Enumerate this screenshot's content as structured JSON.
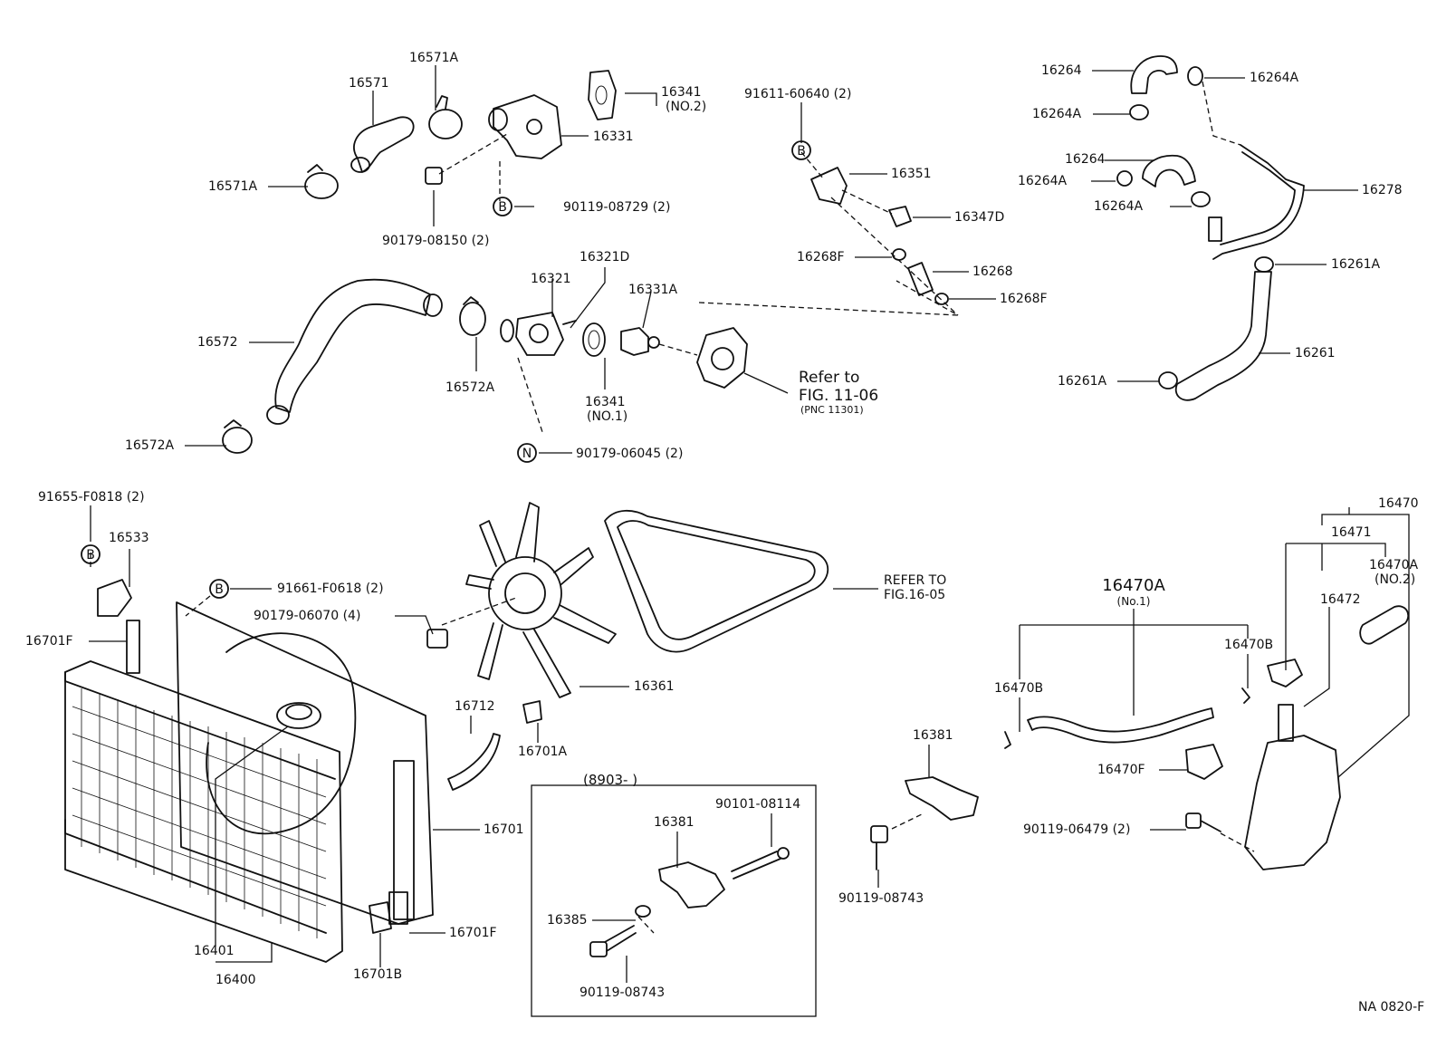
{
  "diagram": {
    "figure_code": "NA 0820-F",
    "inset_label": "(8903-        )",
    "refer_fig1106": [
      "Refer to",
      "FIG. 11-06",
      "(PNC 11301)"
    ],
    "refer_fig1605": [
      "REFER TO",
      "FIG.16-05"
    ],
    "markers": {
      "b": "B",
      "n": "N"
    },
    "labels": {
      "p16571": "16571",
      "p16571a_top": "16571A",
      "p16571a_left": "16571A",
      "p16341_no2": "16341",
      "p16341_no2_sub": "(NO.2)",
      "p16331": "16331",
      "p90119_08729": "90119-08729 (2)",
      "p90179_08150": "90179-08150 (2)",
      "p91611": "91611-60640 (2)",
      "p16351": "16351",
      "p16347d": "16347D",
      "p16268f_left": "16268F",
      "p16268": "16268",
      "p16268f_right": "16268F",
      "p16264_top": "16264",
      "p16264a_topr": "16264A",
      "p16264a_topl": "16264A",
      "p16264_mid": "16264",
      "p16264a_midl": "16264A",
      "p16264a_midr": "16264A",
      "p16278": "16278",
      "p16261a_r": "16261A",
      "p16261": "16261",
      "p16261a_l": "16261A",
      "p16572": "16572",
      "p16572a_top": "16572A",
      "p16572a_bot": "16572A",
      "p16321": "16321",
      "p16321d": "16321D",
      "p16331a": "16331A",
      "p16341_no1": "16341",
      "p16341_no1_sub": "(NO.1)",
      "p90179_06045": "90179-06045 (2)",
      "p91655": "91655-F0818 (2)",
      "p16533": "16533",
      "p91661": "91661-F0618 (2)",
      "p90179_06070": "90179-06070 (4)",
      "p16701f_top": "16701F",
      "p16361": "16361",
      "p16712": "16712",
      "p16701a": "16701A",
      "p16701": "16701",
      "p16701f_bot": "16701F",
      "p16401": "16401",
      "p16400": "16400",
      "p16701b": "16701B",
      "p16381_inset": "16381",
      "p90101": "90101-08114",
      "p16385": "16385",
      "p90119_08743_inset": "90119-08743",
      "p16381": "16381",
      "p90119_08743": "90119-08743",
      "p16470a": "16470A",
      "p16470a_sub": "(No.1)",
      "p16470b_l": "16470B",
      "p16470b_r": "16470B",
      "p16470f": "16470F",
      "p90119_06479": "90119-06479 (2)",
      "p16470": "16470",
      "p16471": "16471",
      "p16470a_no2": "16470A",
      "p16470a_no2_sub": "(NO.2)",
      "p16472": "16472"
    }
  }
}
